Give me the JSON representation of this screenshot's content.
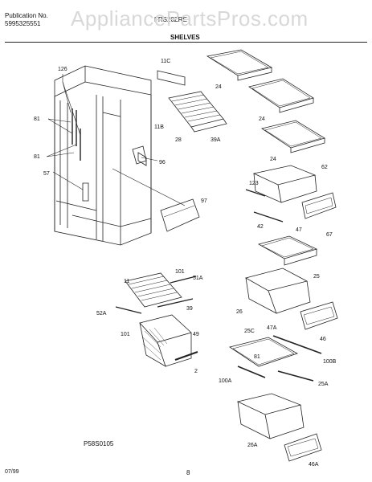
{
  "header": {
    "publication_label": "Publication No.",
    "publication_number": "5995325551",
    "model_partial": "FRS20ZRE",
    "watermark": "AppliancePartsPros.com"
  },
  "section_title": "SHELVES",
  "footer": {
    "diagram_code": "P58S0105",
    "date": "07/99",
    "page_number": "8"
  },
  "part_labels": [
    {
      "id": "p126",
      "text": "126"
    },
    {
      "id": "p81a",
      "text": "81"
    },
    {
      "id": "p81b",
      "text": "81"
    },
    {
      "id": "p57",
      "text": "57"
    },
    {
      "id": "p11c",
      "text": "11C"
    },
    {
      "id": "p11b",
      "text": "11B"
    },
    {
      "id": "p28",
      "text": "28"
    },
    {
      "id": "p39a",
      "text": "39A"
    },
    {
      "id": "p96",
      "text": "96"
    },
    {
      "id": "p97",
      "text": "97"
    },
    {
      "id": "p24a",
      "text": "24"
    },
    {
      "id": "p24b",
      "text": "24"
    },
    {
      "id": "p24c",
      "text": "24"
    },
    {
      "id": "p62",
      "text": "62"
    },
    {
      "id": "p123",
      "text": "123"
    },
    {
      "id": "p42",
      "text": "42"
    },
    {
      "id": "p67",
      "text": "67"
    },
    {
      "id": "p47",
      "text": "47"
    },
    {
      "id": "p25",
      "text": "25"
    },
    {
      "id": "p26",
      "text": "26"
    },
    {
      "id": "p46",
      "text": "46"
    },
    {
      "id": "p101a",
      "text": "101"
    },
    {
      "id": "p51a",
      "text": "51A"
    },
    {
      "id": "p11",
      "text": "11"
    },
    {
      "id": "p39",
      "text": "39"
    },
    {
      "id": "p52a",
      "text": "52A"
    },
    {
      "id": "p101b",
      "text": "101"
    },
    {
      "id": "p49",
      "text": "49"
    },
    {
      "id": "p2",
      "text": "2"
    },
    {
      "id": "p25c",
      "text": "25C"
    },
    {
      "id": "p47a",
      "text": "47A"
    },
    {
      "id": "p81c",
      "text": "81"
    },
    {
      "id": "p100b",
      "text": "100B"
    },
    {
      "id": "p100a",
      "text": "100A"
    },
    {
      "id": "p25a",
      "text": "25A"
    },
    {
      "id": "p26a",
      "text": "26A"
    },
    {
      "id": "p46a",
      "text": "46A"
    }
  ]
}
